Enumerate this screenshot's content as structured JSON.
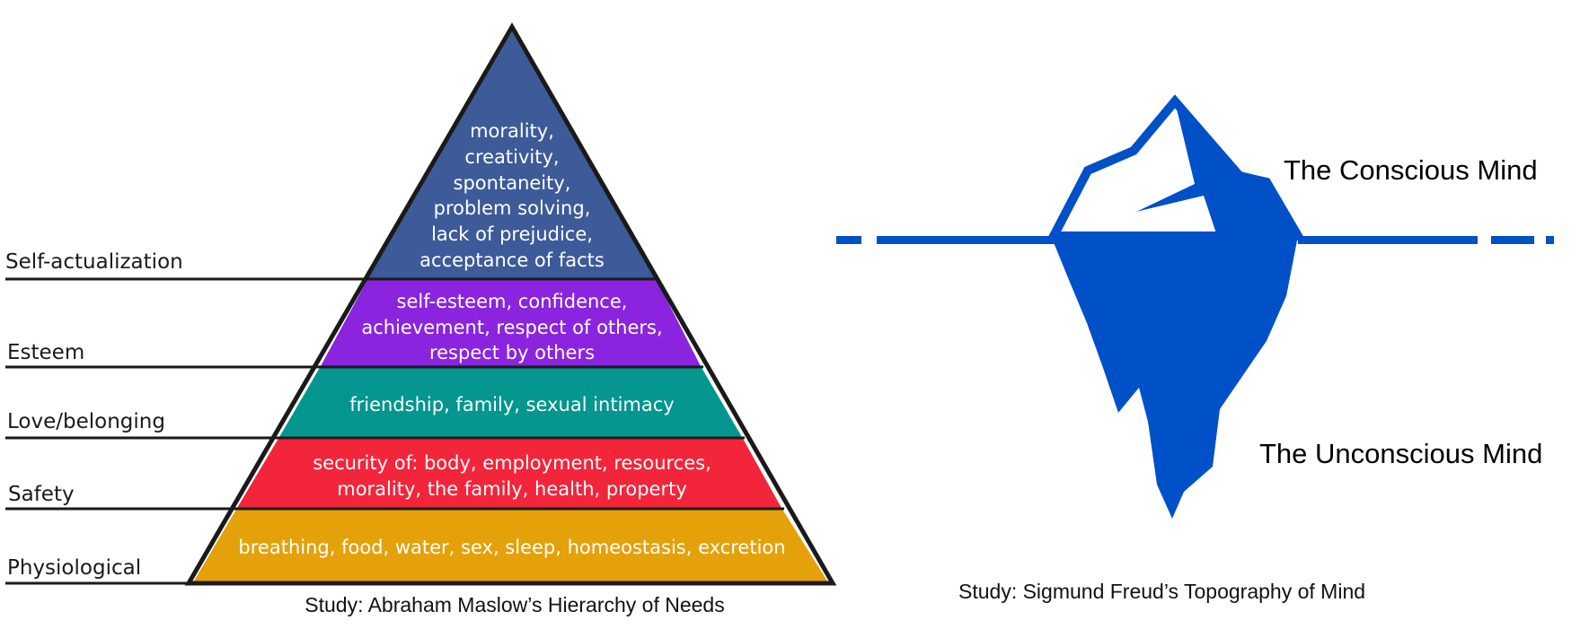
{
  "maslow": {
    "caption": "Study: Abraham Maslow’s Hierarchy of Needs",
    "levels": [
      {
        "label": "Self-actualization",
        "color": "#3d5a99",
        "lines": [
          "morality,",
          "creativity,",
          "spontaneity,",
          "problem solving,",
          "lack of prejudice,",
          "acceptance of facts"
        ]
      },
      {
        "label": "Esteem",
        "color": "#8a24de",
        "lines": [
          "self-esteem, confidence,",
          "achievement, respect of others,",
          "respect by others"
        ]
      },
      {
        "label": "Love/belonging",
        "color": "#04968f",
        "lines": [
          "friendship, family, sexual intimacy"
        ]
      },
      {
        "label": "Safety",
        "color": "#f2253a",
        "lines": [
          "security of: body, employment, resources,",
          "morality, the family, health, property"
        ]
      },
      {
        "label": "Physiological",
        "color": "#e4a10a",
        "lines": [
          "breathing, food, water, sex, sleep, homeostasis, excretion"
        ]
      }
    ]
  },
  "freud": {
    "caption": "Study: Sigmund Freud’s Topography of Mind",
    "conscious_label": "The Conscious Mind",
    "unconscious_label": "The Unconscious Mind",
    "iceberg_color": "#0050c8"
  }
}
